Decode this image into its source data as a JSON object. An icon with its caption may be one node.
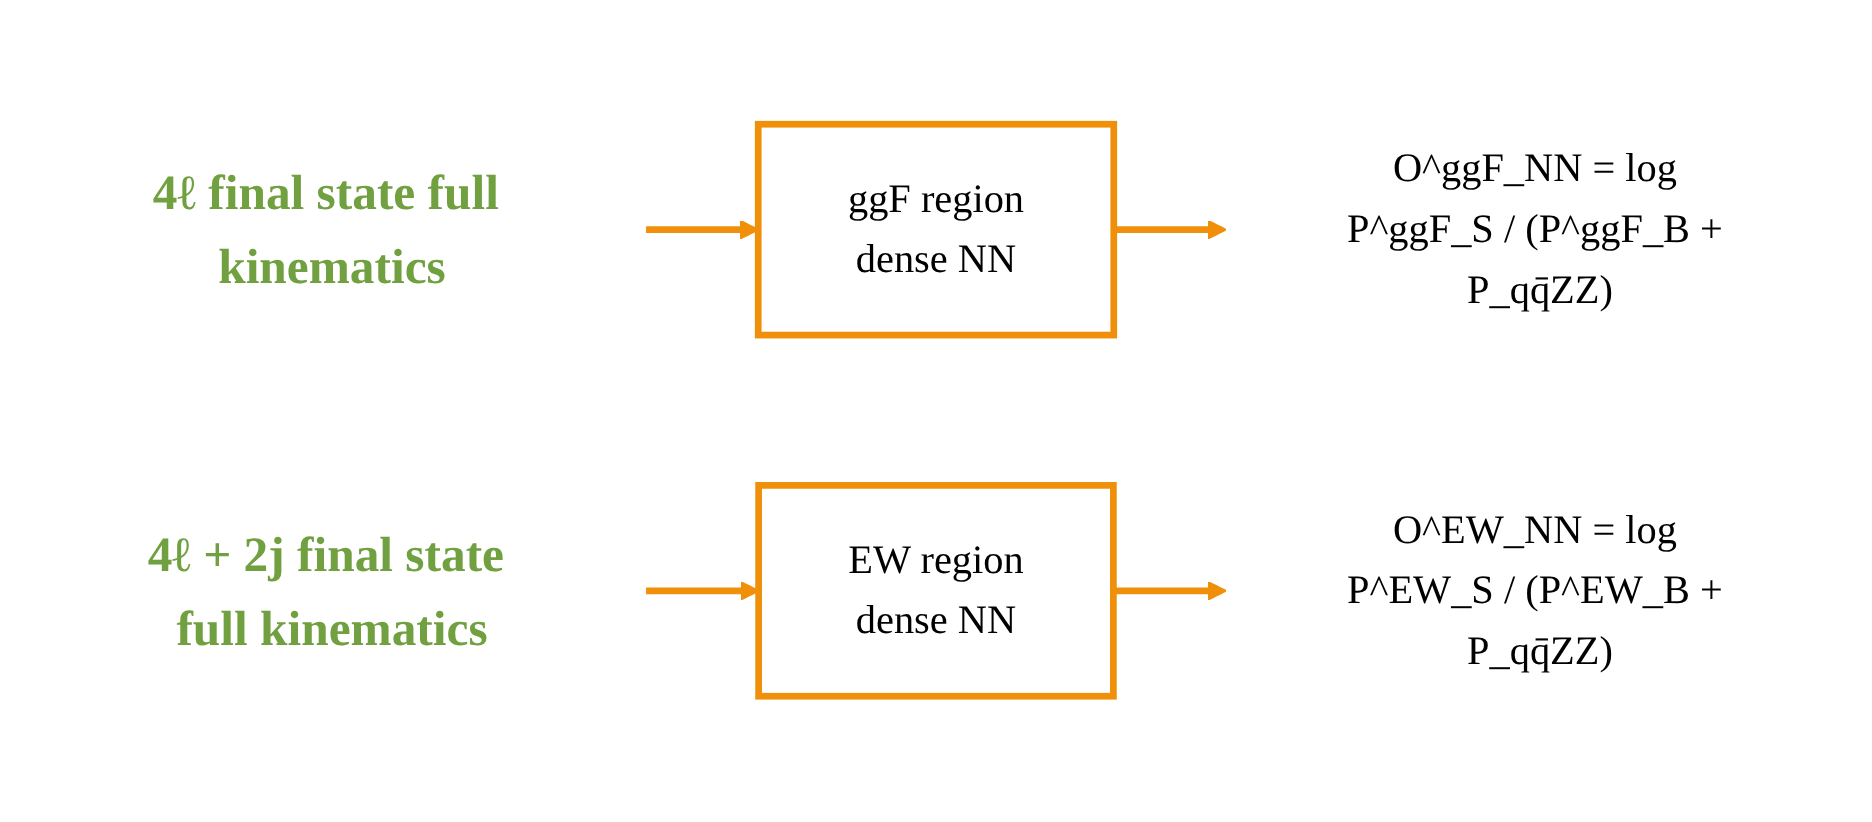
{
  "diagram": {
    "nodes": [
      {
        "text": [
          "4ℓ final state full kinematics"
        ]
      },
      {
        "text": [
          "ggF region",
          "dense NN"
        ]
      },
      {
        "text": [
          "O^ggF_NN = log P^ggF_S / (P^ggF_B + P_qq̄ZZ)"
        ]
      },
      {
        "text": [
          "4ℓ + 2j final state full kinematics"
        ]
      },
      {
        "text": [
          "EW region",
          "dense NN"
        ]
      },
      {
        "text": [
          "O^EW_NN = log P^EW_S / (P^EW_B + P_qq̄ZZ)"
        ]
      }
    ],
    "edges": [
      {
        "from": 0,
        "to": 1,
        "arrow": "to"
      },
      {
        "from": 1,
        "to": 2,
        "arrow": "to"
      },
      {
        "from": 3,
        "to": 4,
        "arrow": "to"
      },
      {
        "from": 4,
        "to": 5,
        "arrow": "to"
      }
    ]
  }
}
